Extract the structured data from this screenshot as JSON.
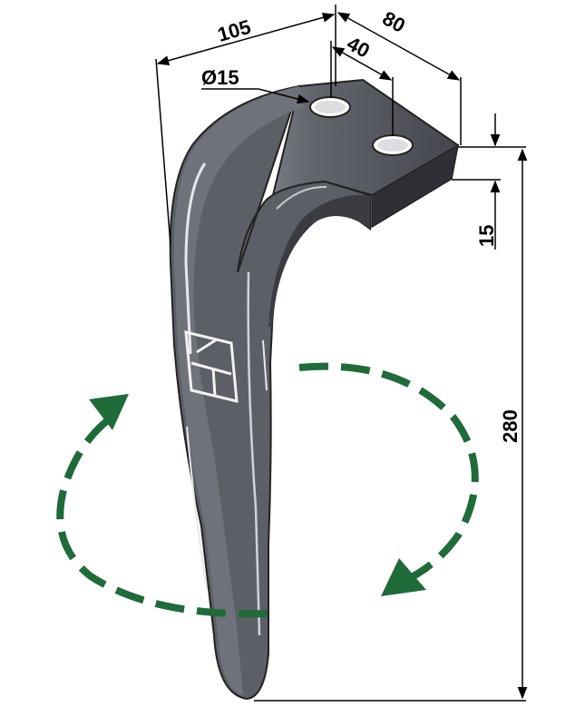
{
  "dimensions": {
    "width_total": "105",
    "width_rear": "80",
    "hole_spacing": "40",
    "hole_diameter": "Ø15",
    "thickness": "15",
    "height": "280"
  },
  "colors": {
    "blade": "#5c5f66",
    "blade_dark": "#2e3035",
    "blade_light": "#c8cbd0",
    "rotation_arrow": "#1f6b3a",
    "dimension_line": "#000000"
  },
  "icons": {
    "logo": "brand-logo-icon",
    "rotation": "rotation-arrow-icon"
  }
}
